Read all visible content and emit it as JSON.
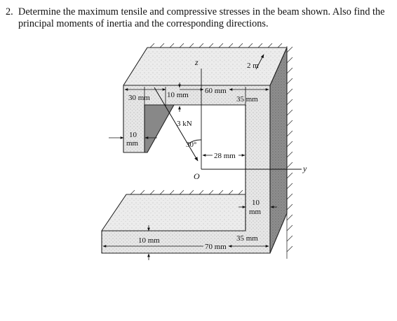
{
  "problem": {
    "number": "2.",
    "line1": "Determine the maximum tensile and compressive stresses in the beam shown.  Also find the",
    "line2": "principal moments of inertia and the corresponding directions."
  },
  "figure": {
    "axis_z": "z",
    "axis_y": "y",
    "origin": "O",
    "load": "3 kN",
    "angle": "30°",
    "length": "2 m",
    "dims": {
      "top_flange_width": "60 mm",
      "right_part_35_top": "35 mm",
      "left_30": "30 mm",
      "lip_10_top": "10 mm",
      "lip_10_left_a": "10",
      "lip_10_left_b": "mm",
      "web_28": "28 mm",
      "web_10_a": "10",
      "web_10_b": "mm",
      "bottom_10": "10 mm",
      "bottom_70": "70 mm",
      "bottom_35": "35 mm"
    }
  }
}
